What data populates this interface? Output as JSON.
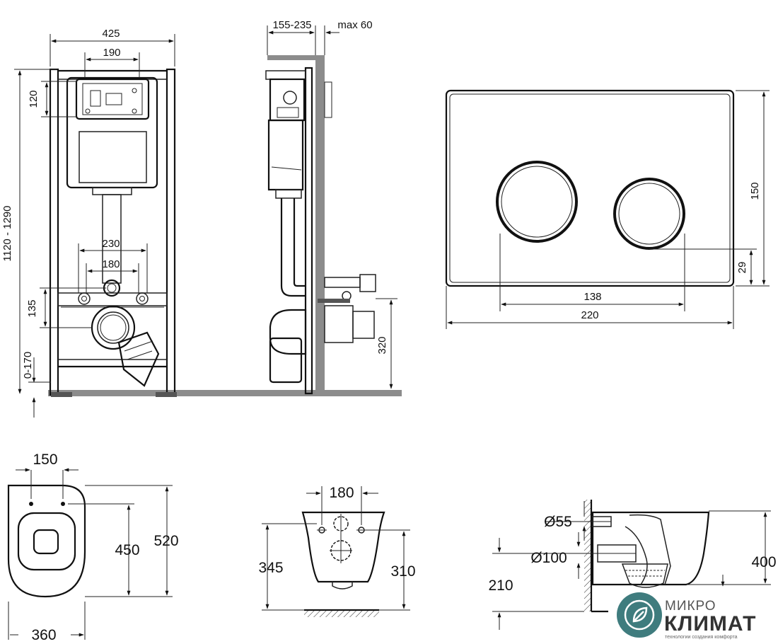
{
  "frame_dims": {
    "width": "425",
    "panel_width": "190",
    "panel_height": "120",
    "height_range": "1120 - 1290",
    "stud_outer": "230",
    "stud_inner": "180",
    "drain_offset": "135",
    "leg_range": "0-170"
  },
  "side_dims": {
    "depth_range": "155-235",
    "max_wall": "max 60",
    "drain_height": "320"
  },
  "button_dims": {
    "height": "150",
    "small_offset": "29",
    "centers": "138",
    "width": "220"
  },
  "bowl_top_dims": {
    "holes": "150",
    "holes_depth": "450",
    "length": "520",
    "width": "360"
  },
  "bowl_front_dims": {
    "holes": "180",
    "height_left": "345",
    "height_right": "310"
  },
  "bowl_side_dims": {
    "inlet": "Ø55",
    "outlet": "Ø100",
    "outlet_height": "210",
    "height": "400"
  },
  "logo": {
    "top": "МИКРО",
    "main": "КЛИМАТ",
    "tagline": "технологии создания комфорта",
    "color": "#3f7c7e"
  }
}
